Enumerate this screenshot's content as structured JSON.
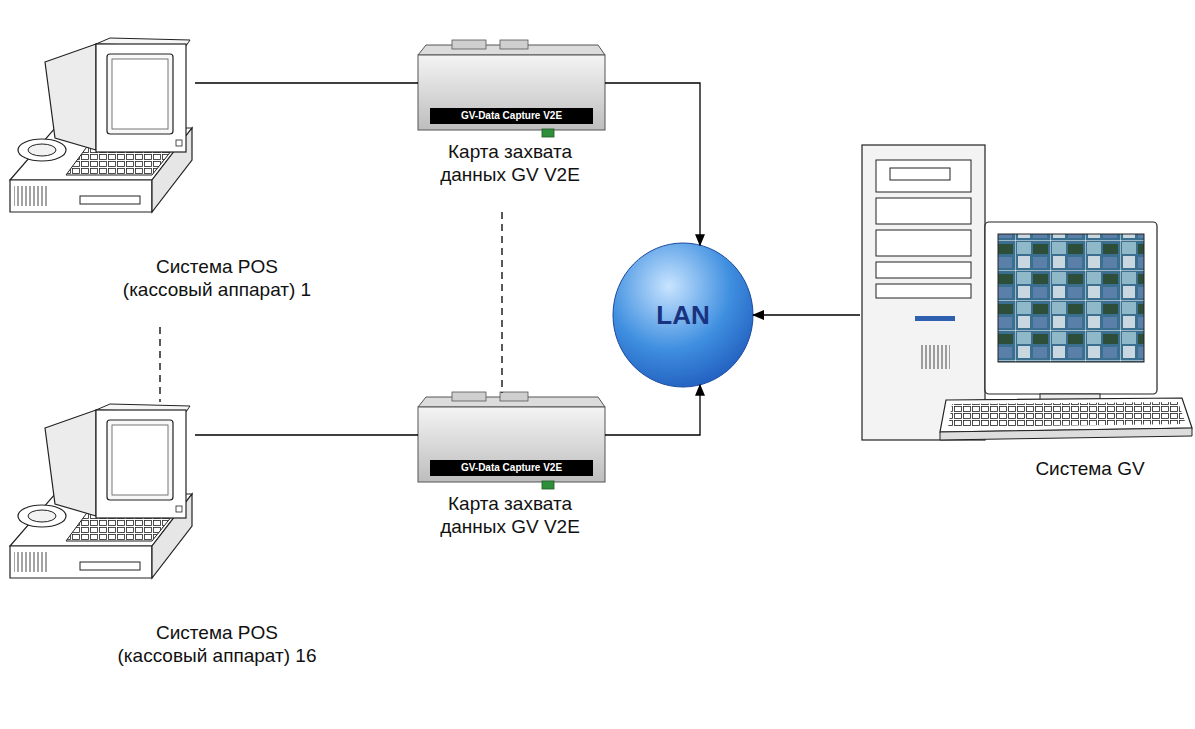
{
  "diagram": {
    "nodes": [
      {
        "text": [
          "Система POS (кассовый аппарат) 1"
        ]
      },
      {
        "text": [
          "GV-Data Capture V2E",
          "Карта захвата данных GV V2E"
        ]
      },
      {
        "text": [
          "LAN"
        ]
      },
      {
        "text": [
          "Система GV"
        ]
      },
      {
        "text": [
          "Система POS (кассовый аппарат) 16"
        ]
      },
      {
        "text": [
          "GV-Data Capture V2E",
          "Карта захвата данных GV V2E"
        ]
      }
    ],
    "edges": [
      {
        "from": 0,
        "to": 1,
        "arrow": "none"
      },
      {
        "from": 1,
        "to": 2,
        "arrow": "to"
      },
      {
        "from": 3,
        "to": 2,
        "arrow": "to"
      },
      {
        "from": 4,
        "to": 5,
        "arrow": "none"
      },
      {
        "from": 5,
        "to": 2,
        "arrow": "to"
      },
      {
        "from": 0,
        "to": 4,
        "arrow": "none"
      },
      {
        "from": 1,
        "to": 5,
        "arrow": "none"
      }
    ]
  }
}
